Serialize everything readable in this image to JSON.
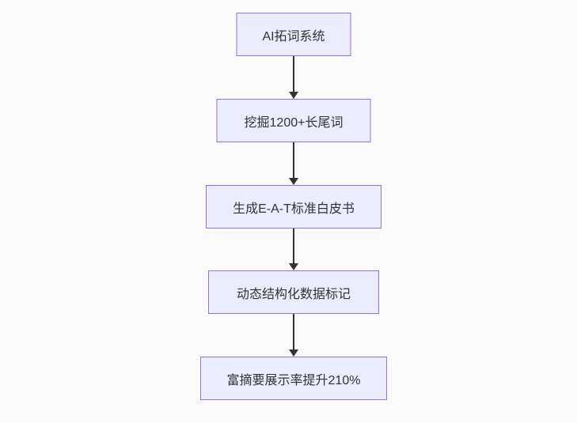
{
  "diagram": {
    "type": "flowchart",
    "direction": "top-down",
    "colors": {
      "background": "#fafafa",
      "node_fill": "#ececff",
      "node_border": "#9370db",
      "node_text": "#333333",
      "arrow": "#333333"
    },
    "nodes": [
      {
        "label": "AI拓词系统"
      },
      {
        "label": "挖掘1200+长尾词"
      },
      {
        "label": "生成E-A-T标准白皮书"
      },
      {
        "label": "动态结构化数据标记"
      },
      {
        "label": "富摘要展示率提升210%"
      }
    ],
    "edges": [
      {
        "from": "AI拓词系统",
        "to": "挖掘1200+长尾词"
      },
      {
        "from": "挖掘1200+长尾词",
        "to": "生成E-A-T标准白皮书"
      },
      {
        "from": "生成E-A-T标准白皮书",
        "to": "动态结构化数据标记"
      },
      {
        "from": "动态结构化数据标记",
        "to": "富摘要展示率提升210%"
      }
    ]
  }
}
